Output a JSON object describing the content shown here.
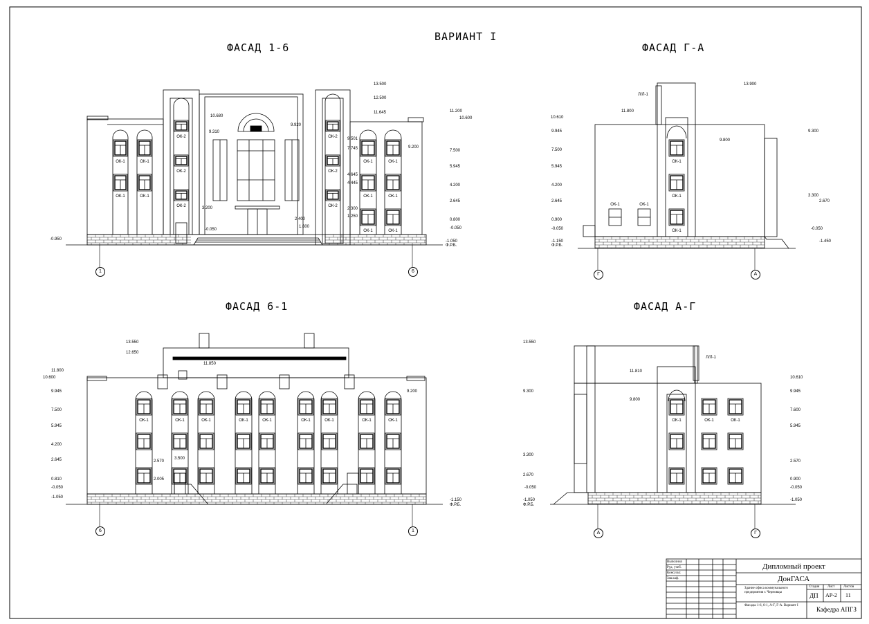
{
  "titles": {
    "main": "ВАРИАНТ I",
    "f1": "ФАСАД 1-6",
    "f2": "ФАСАД Г-А",
    "f3": "ФАСАД 6-1",
    "f4": "ФАСАД А-Г"
  },
  "axes": {
    "f1_left": "1",
    "f1_right": "6",
    "f2_left": "Г",
    "f2_right": "А",
    "f3_left": "6",
    "f3_right": "1",
    "f4_left": "А",
    "f4_right": "Г"
  },
  "window_marks": {
    "ok1": "ОК-1",
    "ok2": "ОК-2"
  },
  "levels_f1": {
    "l1": "13.500",
    "l2": "12.500",
    "l3": "11.200",
    "l4": "10.600",
    "l5": "9.200",
    "l6": "7.500",
    "l7": "5.945",
    "l8": "4.200",
    "l9": "2.645",
    "l10": "0.800",
    "l11": "-0.050",
    "l12": "-1.050",
    "l13": "-0.950",
    "l14": "10.680",
    "l15": "9.310",
    "l16": "9.920",
    "l17": "3.200",
    "l18": "-0.050",
    "l19": "11.645",
    "l20": "7.745",
    "l21": "4.645",
    "l22": "4.445",
    "l23": "2.300",
    "l24": "2.400",
    "l25": "1.600",
    "l26": "1.250",
    "l27": "9.501",
    "l28": "Ф.Р.Б."
  },
  "levels_f2": {
    "l1": "13.900",
    "l2": "11.800",
    "l3": "10.610",
    "l4": "9.945",
    "l5": "7.500",
    "l6": "5.945",
    "l7": "4.200",
    "l8": "2.645",
    "l9": "0.900",
    "l10": "-0.050",
    "l11": "-1.150",
    "l12": "9.300",
    "l13": "9.800",
    "l14": "3.300",
    "l15": "2.670",
    "l16": "-0.050",
    "l17": "-1.450",
    "l18": "Л/Л-1",
    "l19": "Ф.Р.Б."
  },
  "levels_f3": {
    "l1": "13.550",
    "l2": "12.650",
    "l3": "11.800",
    "l4": "10.600",
    "l5": "9.945",
    "l6": "7.500",
    "l7": "5.945",
    "l8": "4.200",
    "l9": "2.645",
    "l10": "0.810",
    "l11": "-0.050",
    "l12": "-1.050",
    "l13": "11.850",
    "l14": "9.200",
    "l15": "2.570",
    "l16": "2.005",
    "l17": "3.500",
    "l18": "-1.150",
    "l19": "Ф.Р.Б."
  },
  "levels_f4": {
    "l1": "13.550",
    "l2": "11.810",
    "l3": "9.800",
    "l4": "9.300",
    "l5": "10.610",
    "l6": "9.945",
    "l7": "7.600",
    "l8": "5.945",
    "l9": "3.300",
    "l10": "2.670",
    "l11": "-0.050",
    "l12": "-1.050",
    "l13": "2.570",
    "l14": "0.900",
    "l15": "-0.050",
    "l16": "-1.050",
    "l17": "Л/Л-1",
    "l18": "Ф.Р.Б."
  },
  "stamp": {
    "project": "Дипломный проект",
    "org": "ДонГАСА",
    "building": "Здание офиса коммунального предприятия г. Черновцы",
    "sheet_desc": "Фасады 1-6, 6-1, А-Г, Г-А. Вариант I",
    "dept": "Кафедра АПГЗ",
    "col_stage": "Стадия",
    "col_sheet": "Лист",
    "col_sheets": "Листов",
    "stage": "ДП",
    "sheet": "АР-2",
    "sheets": "11",
    "row1": "Выполнил",
    "row2": "Руд. учеб.",
    "row3": "Консульт.",
    "row4": "Зав.каф."
  }
}
